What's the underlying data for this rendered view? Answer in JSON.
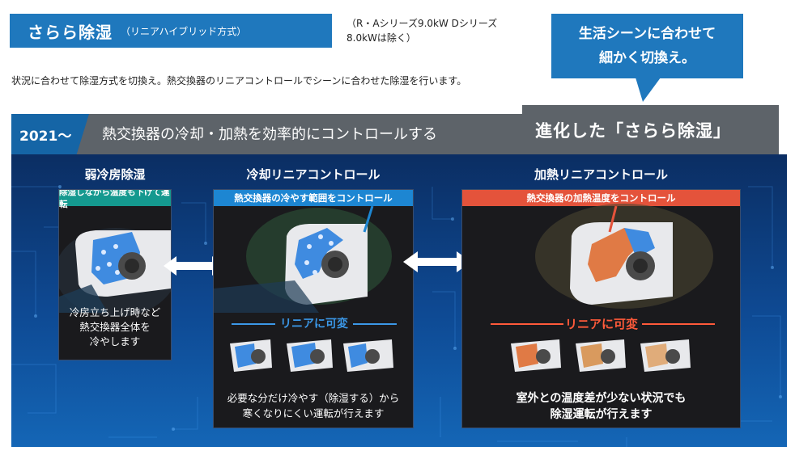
{
  "header": {
    "title": "さらら除湿",
    "title_sub": "（リニアハイブリッド方式）",
    "note": "（R・Aシリーズ9.0kW Dシリーズ8.0kWは除く）",
    "description": "状況に合わせて除湿方式を切換え。熱交換器のリニアコントロールでシーンに合わせた除湿を行います。",
    "bubble_lines": [
      "生活シーンに合わせて",
      "細かく切換え。"
    ]
  },
  "band": {
    "year": "2021～",
    "text": "熱交換器の冷却・加熱を効率的にコントロールする",
    "tab": "進化した「さらら除湿」"
  },
  "panels": {
    "weak": {
      "title": "弱冷房除湿",
      "label": "除湿しながら温度も下げて運転",
      "text_lines": [
        "冷房立ち上げ時など",
        "熱交換器全体を",
        "冷やします"
      ]
    },
    "cool": {
      "title": "冷却リニアコントロール",
      "label": "熱交換器の冷やす範囲をコントロール",
      "linear": "リニアに可変",
      "text_lines": [
        "必要な分だけ冷やす（除湿する）から",
        "寒くなりにくい運転が行えます"
      ]
    },
    "heat": {
      "title": "加熱リニアコントロール",
      "label": "熱交換器の加熱温度をコントロール",
      "linear": "リニアに可変",
      "text_lines": [
        "室外との温度差が少ない状況でも",
        "除湿運転が行えます"
      ]
    }
  },
  "colors": {
    "brand_blue": "#1f78bd",
    "teal_label": "#14998f",
    "cool_label": "#1d86d2",
    "heat_label": "#e4533b",
    "linear_cool": "#3b98e8",
    "linear_heat": "#ff5a3a"
  }
}
